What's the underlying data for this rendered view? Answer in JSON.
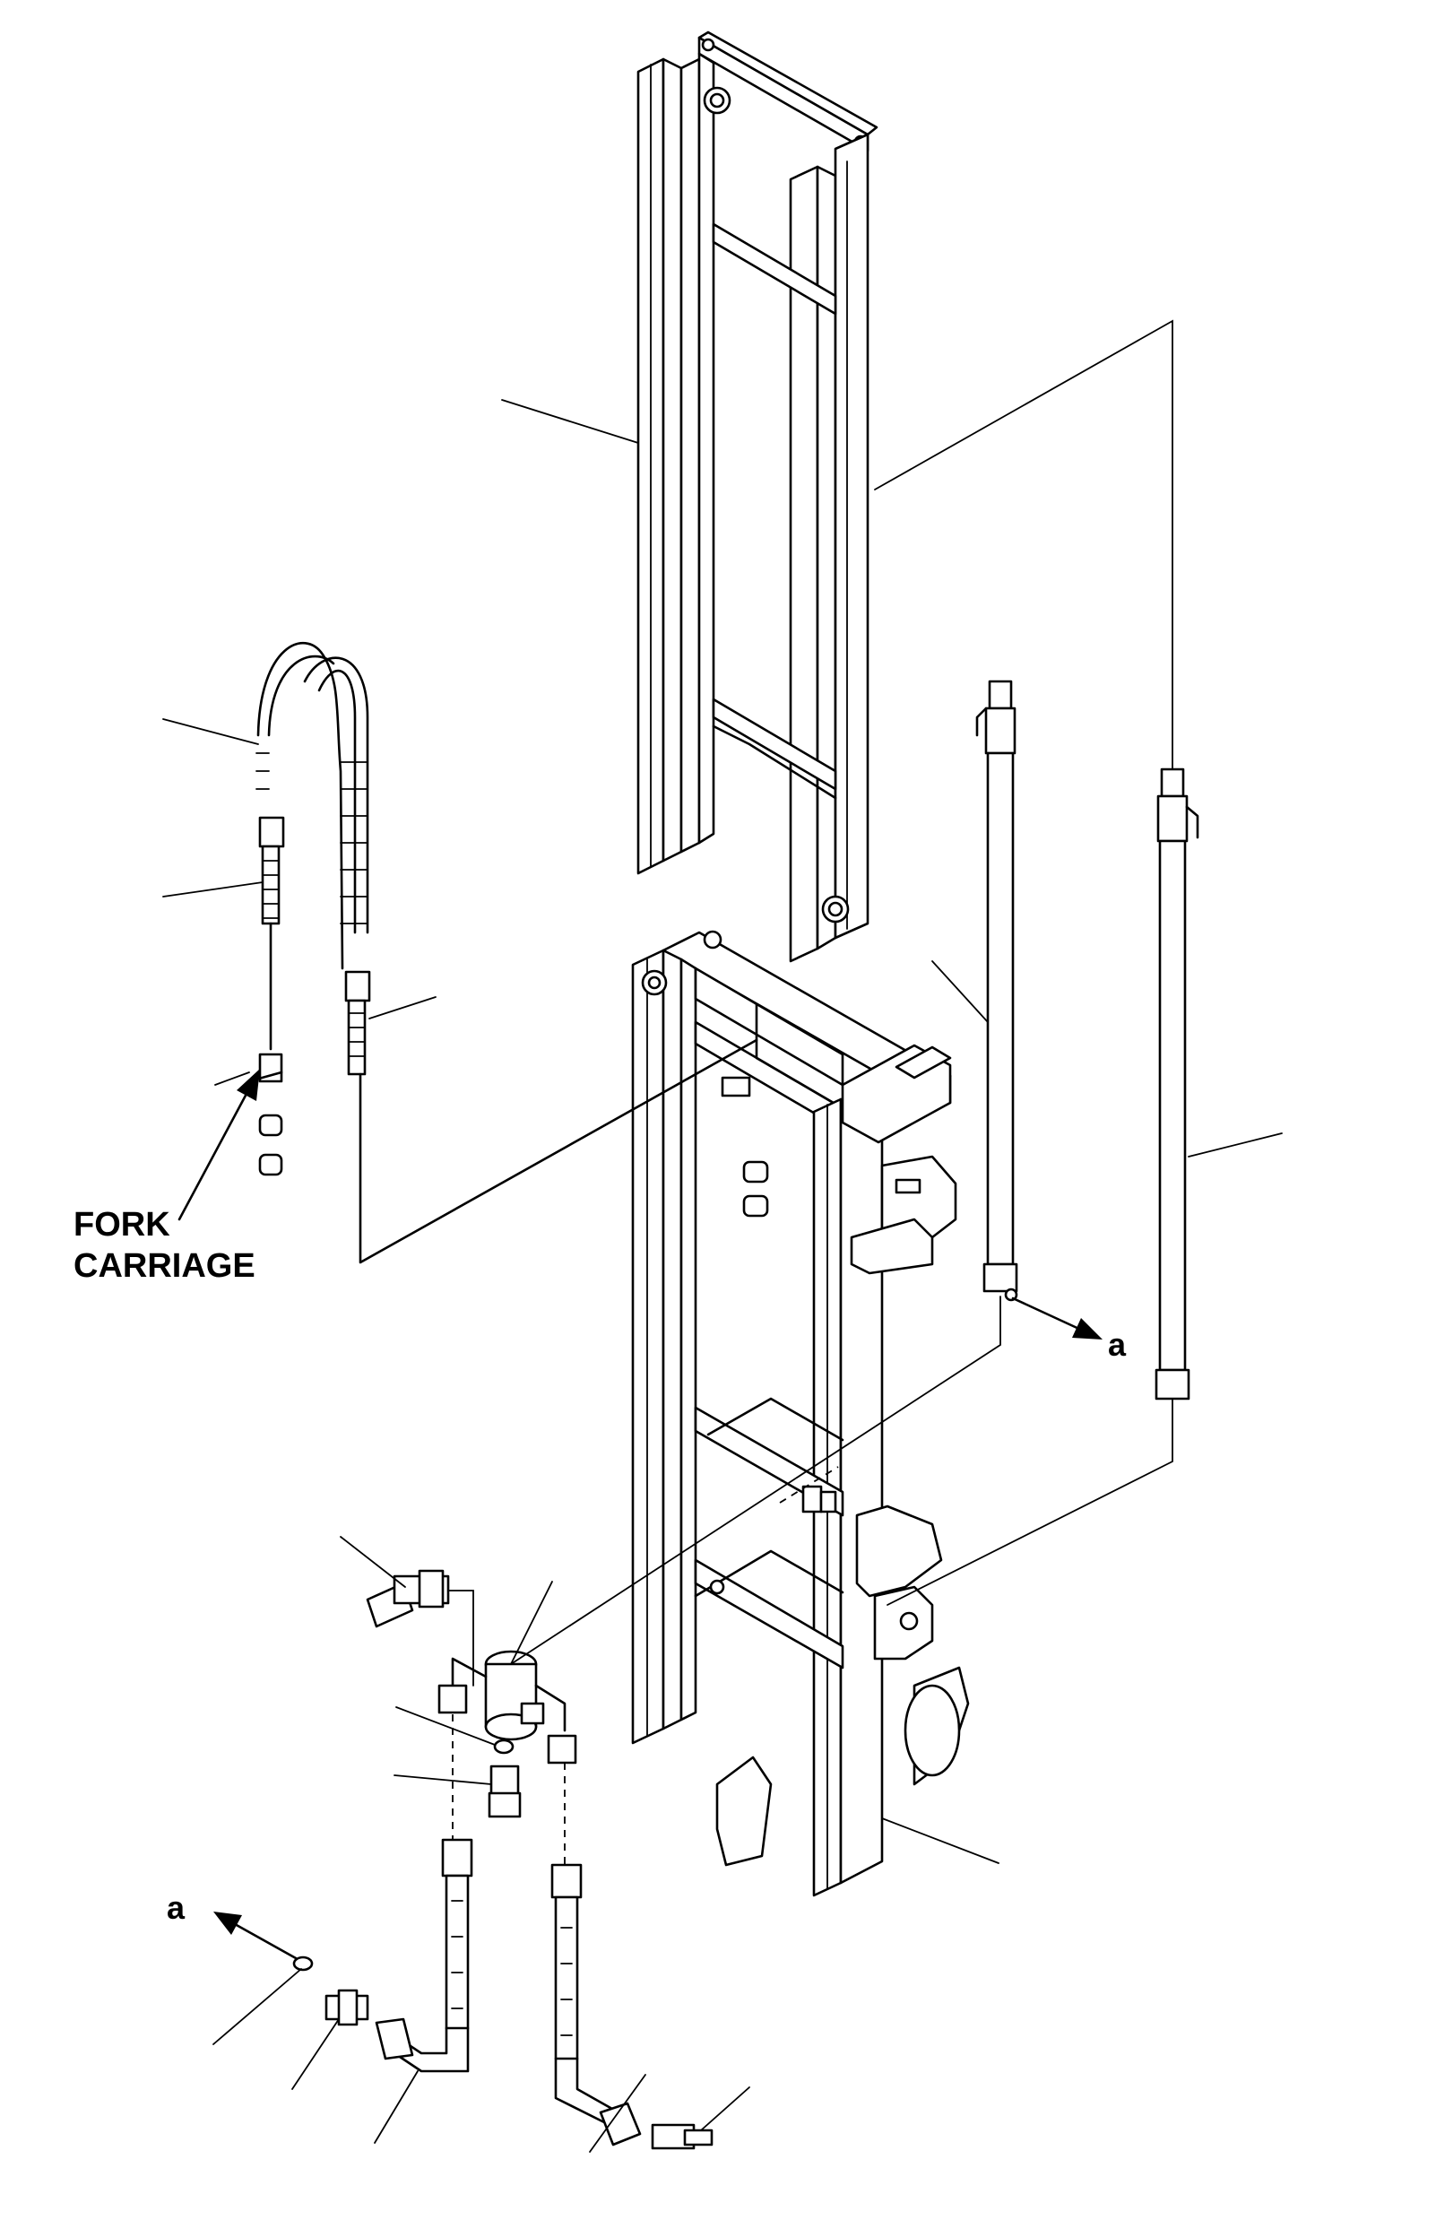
{
  "labels": {
    "fork_line1": "FORK",
    "fork_line2": "CARRIAGE",
    "arrow_a_right": "a",
    "arrow_a_left": "a"
  }
}
